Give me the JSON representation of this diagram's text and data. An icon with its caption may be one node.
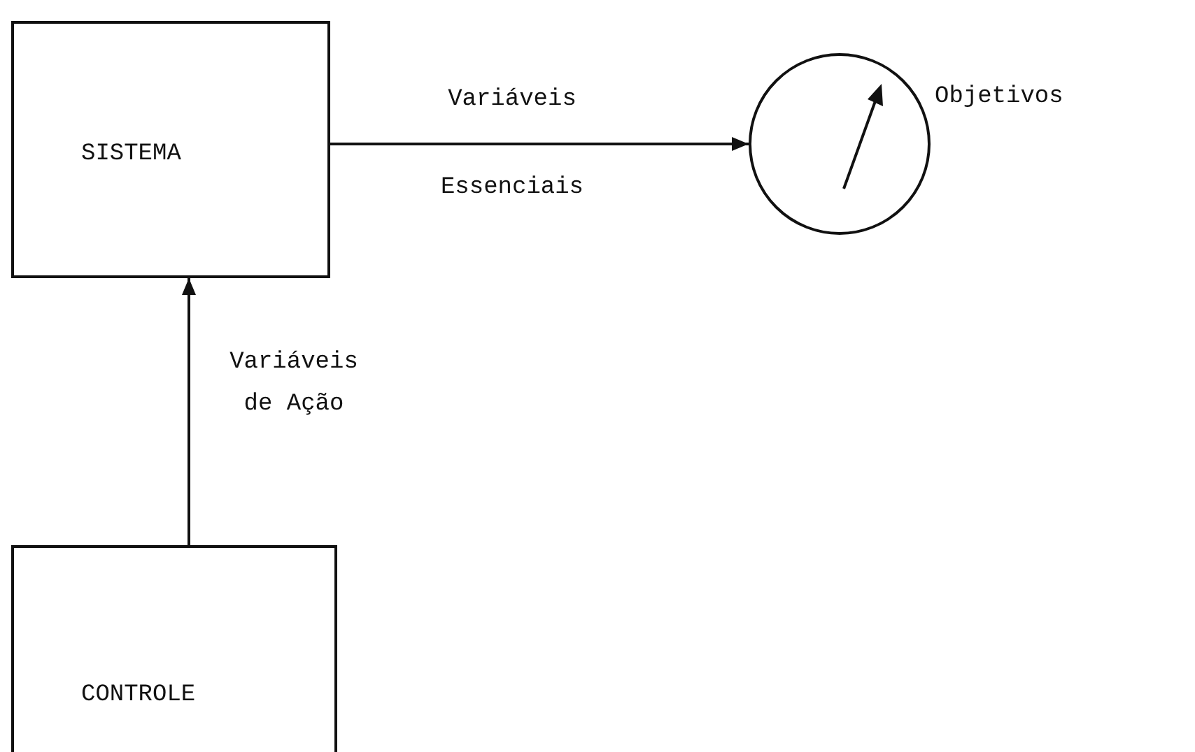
{
  "diagram": {
    "nodes": [
      {
        "text": [
          "SISTEMA"
        ]
      },
      {
        "text": [],
        "shape": "circle",
        "beside": [
          "Objetivos"
        ]
      },
      {
        "text": [
          "CONTROLE"
        ]
      }
    ],
    "edges": [
      {
        "from": 0,
        "to": 1,
        "arrow": "to",
        "label": "Variáveis Essenciais"
      },
      {
        "from": 2,
        "to": 0,
        "arrow": "to",
        "label": "Variáveis de Ação"
      }
    ]
  }
}
